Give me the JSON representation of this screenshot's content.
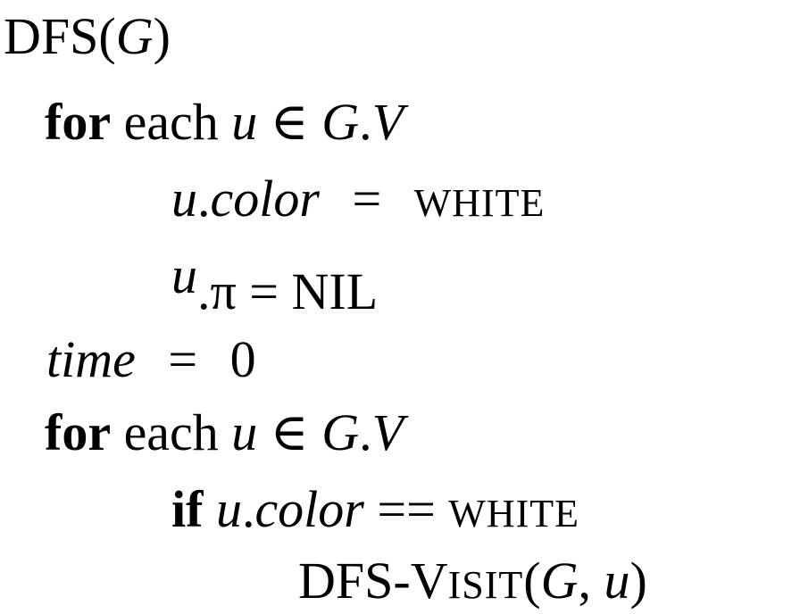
{
  "procedure": {
    "name_prefix": "DFS(",
    "name_arg": "G",
    "name_suffix": ")"
  },
  "lines": [
    {
      "kw": "for",
      "text": "each",
      "var": "u",
      "op": "∈",
      "set_g": "G",
      "dot": ".",
      "set_v": "V"
    },
    {
      "var": "u",
      "dot": ".",
      "field": "color",
      "op": "=",
      "value": "WHITE"
    },
    {
      "var": "u",
      "dot": ".",
      "field": "π",
      "op": "=",
      "value": "NIL"
    },
    {
      "var": "time",
      "op": "=",
      "value": "0"
    },
    {
      "kw": "for",
      "text": "each",
      "var": "u",
      "op": "∈",
      "set_g": "G",
      "dot": ".",
      "set_v": "V"
    },
    {
      "kw": "if",
      "var": "u",
      "dot": ".",
      "field": "color",
      "op": "==",
      "value": "WHITE"
    },
    {
      "call_prefix": "DFS-",
      "call_v": "V",
      "call_rest": "ISIT",
      "open": "(",
      "arg1": "G",
      "comma": ",",
      "arg2": "u",
      "close": ")"
    }
  ]
}
